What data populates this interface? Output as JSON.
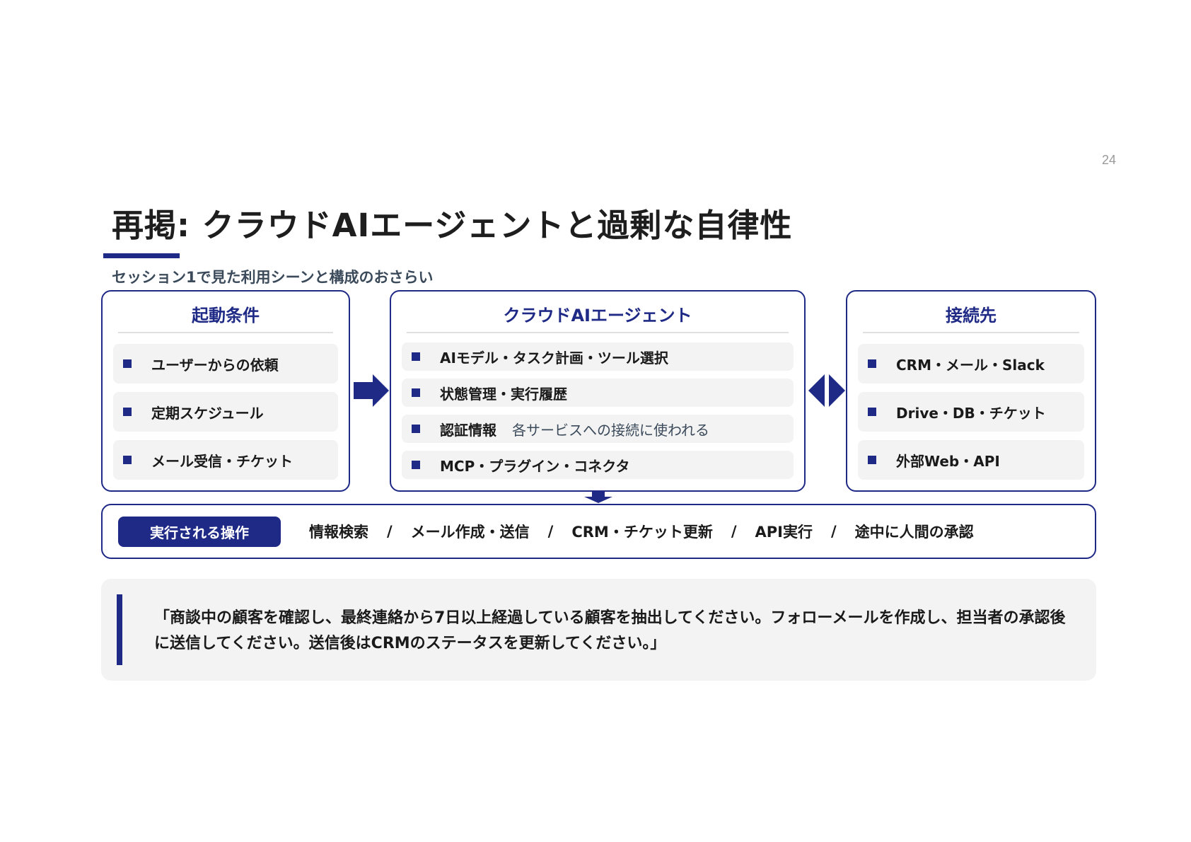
{
  "page_number": "24",
  "title": "再掲: クラウドAIエージェントと過剰な自律性",
  "subtitle": "セッション1で見た利用シーンと構成のおさらい",
  "left_panel": {
    "header": "起動条件",
    "items": [
      {
        "label": "ユーザーからの依頼"
      },
      {
        "label": "定期スケジュール"
      },
      {
        "label": "メール受信・チケット"
      }
    ]
  },
  "center_panel": {
    "header": "クラウドAIエージェント",
    "items": [
      {
        "label": "AIモデル・タスク計画・ツール選択",
        "note": ""
      },
      {
        "label": "状態管理・実行履歴",
        "note": ""
      },
      {
        "label": "認証情報",
        "note": "各サービスへの接続に使われる"
      },
      {
        "label": "MCP・プラグイン・コネクタ",
        "note": ""
      }
    ]
  },
  "right_panel": {
    "header": "接続先",
    "items": [
      {
        "label": "CRM・メール・Slack"
      },
      {
        "label": "Drive・DB・チケット"
      },
      {
        "label": "外部Web・API"
      }
    ]
  },
  "operations": {
    "badge": "実行される操作",
    "items": [
      "情報検索",
      "メール作成・送信",
      "CRM・チケット更新",
      "API実行",
      "途中に人間の承認"
    ],
    "separator": "/"
  },
  "quote": {
    "text": "「商談中の顧客を確認し、最終連絡から7日以上経過している顧客を抽出してください。フォローメールを作成し、担当者の承認後に送信してください。送信後はCRMのステータスを更新してください。」"
  },
  "colors": {
    "accent": "#1f2a86",
    "item_background": "#f3f3f3",
    "subtitle": "#3b4a5a"
  },
  "icons": {
    "right_arrow": "arrow-right-icon",
    "bidirectional_arrow": "arrow-left-right-icon",
    "down_arrow": "arrow-down-icon",
    "bullet": "square-bullet-icon"
  }
}
